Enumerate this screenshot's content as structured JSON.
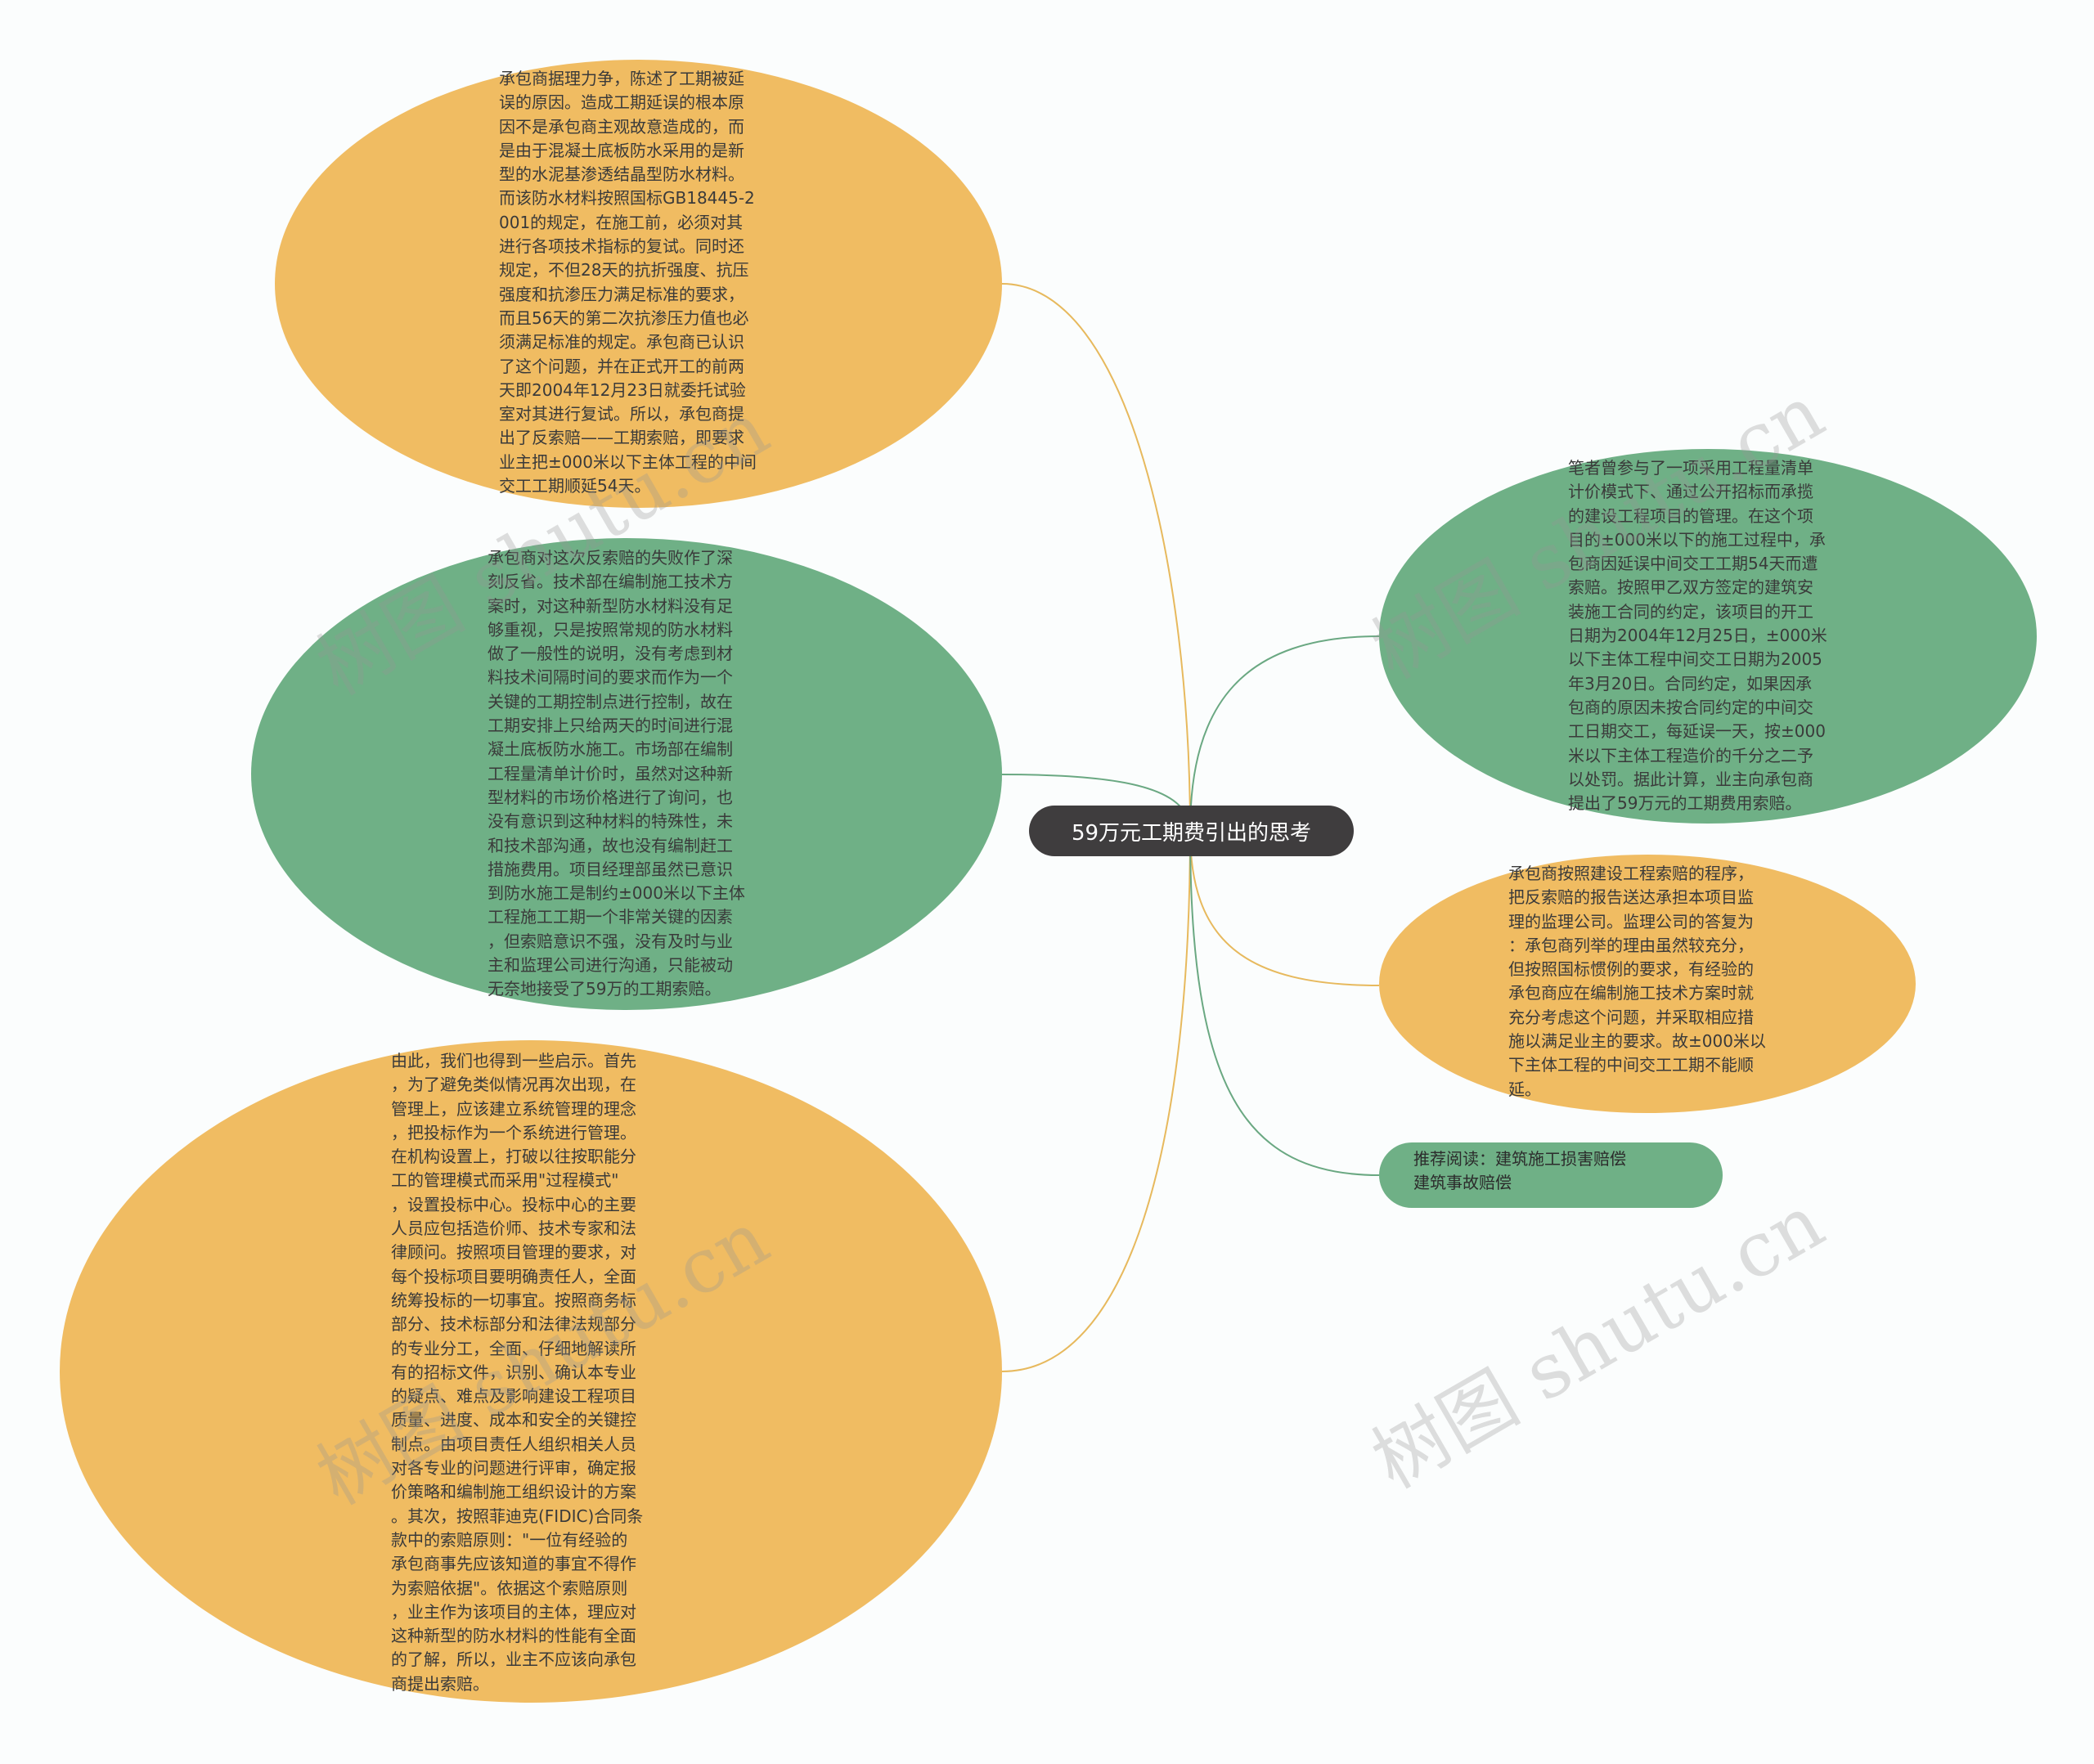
{
  "root": {
    "label": "59万元工期费引出的思考"
  },
  "colors": {
    "orange": "#f0bc62",
    "green": "#6fb086",
    "root_bg": "#3f3d3e",
    "edge_orange": "#e7b95d",
    "edge_green": "#6aa882"
  },
  "nodes": {
    "top_left": {
      "text": "承包商据理力争，陈述了工期被延\n误的原因。造成工期延误的根本原\n因不是承包商主观故意造成的，而\n是由于混凝土底板防水采用的是新\n型的水泥基渗透结晶型防水材料。\n而该防水材料按照国标GB18445-2\n001的规定，在施工前，必须对其\n进行各项技术指标的复试。同时还\n规定，不但28天的抗折强度、抗压\n强度和抗渗压力满足标准的要求，\n而且56天的第二次抗渗压力值也必\n须满足标准的规定。承包商已认识\n了这个问题，并在正式开工的前两\n天即2004年12月23日就委托试验\n室对其进行复试。所以，承包商提\n出了反索赔——工期索赔，即要求\n业主把±000米以下主体工程的中间\n交工工期顺延54天。"
    },
    "middle_left": {
      "text": "承包商对这次反索赔的失败作了深\n刻反省。技术部在编制施工技术方\n案时，对这种新型防水材料没有足\n够重视，只是按照常规的防水材料\n做了一般性的说明，没有考虑到材\n料技术间隔时间的要求而作为一个\n关键的工期控制点进行控制，故在\n工期安排上只给两天的时间进行混\n凝土底板防水施工。市场部在编制\n工程量清单计价时，虽然对这种新\n型材料的市场价格进行了询问，也\n没有意识到这种材料的特殊性，未\n和技术部沟通，故也没有编制赶工\n措施费用。项目经理部虽然已意识\n到防水施工是制约±000米以下主体\n工程施工工期一个非常关键的因素\n，但索赔意识不强，没有及时与业\n主和监理公司进行沟通，只能被动\n无奈地接受了59万的工期索赔。"
    },
    "bottom_left": {
      "text": "由此，我们也得到一些启示。首先\n，为了避免类似情况再次出现，在\n管理上，应该建立系统管理的理念\n，把投标作为一个系统进行管理。\n在机构设置上，打破以往按职能分\n工的管理模式而采用\"过程模式\"\n，设置投标中心。投标中心的主要\n人员应包括造价师、技术专家和法\n律顾问。按照项目管理的要求，对\n每个投标项目要明确责任人，全面\n统筹投标的一切事宜。按照商务标\n部分、技术标部分和法律法规部分\n的专业分工，全面、仔细地解读所\n有的招标文件，识别、确认本专业\n的疑点、难点及影响建设工程项目\n质量、进度、成本和安全的关键控\n制点。由项目责任人组织相关人员\n对各专业的问题进行评审，确定报\n价策略和编制施工组织设计的方案\n。其次，按照菲迪克(FIDIC)合同条\n款中的索赔原则：\"一位有经验的\n承包商事先应该知道的事宜不得作\n为索赔依据\"。依据这个索赔原则\n，业主作为该项目的主体，理应对\n这种新型的防水材料的性能有全面\n的了解，所以，业主不应该向承包\n商提出索赔。"
    },
    "top_right": {
      "text": "笔者曾参与了一项采用工程量清单\n计价模式下、通过公开招标而承揽\n的建设工程项目的管理。在这个项\n目的±000米以下的施工过程中，承\n包商因延误中间交工工期54天而遭\n索赔。按照甲乙双方签定的建筑安\n装施工合同的约定，该项目的开工\n日期为2004年12月25日，±000米\n以下主体工程中间交工日期为2005\n年3月20日。合同约定，如果因承\n包商的原因未按合同约定的中间交\n工日期交工，每延误一天，按±000\n米以下主体工程造价的千分之二予\n以处罚。据此计算，业主向承包商\n提出了59万元的工期费用索赔。"
    },
    "middle_right": {
      "text": "承包商按照建设工程索赔的程序，\n把反索赔的报告送达承担本项目监\n理的监理公司。监理公司的答复为\n：承包商列举的理由虽然较充分，\n但按照国标惯例的要求，有经验的\n承包商应在编制施工技术方案时就\n充分考虑这个问题，并采取相应措\n施以满足业主的要求。故±000米以\n下主体工程的中间交工工期不能顺\n延。"
    },
    "recommend": {
      "text": "推荐阅读：建筑施工损害赔偿\n建筑事故赔偿"
    }
  }
}
